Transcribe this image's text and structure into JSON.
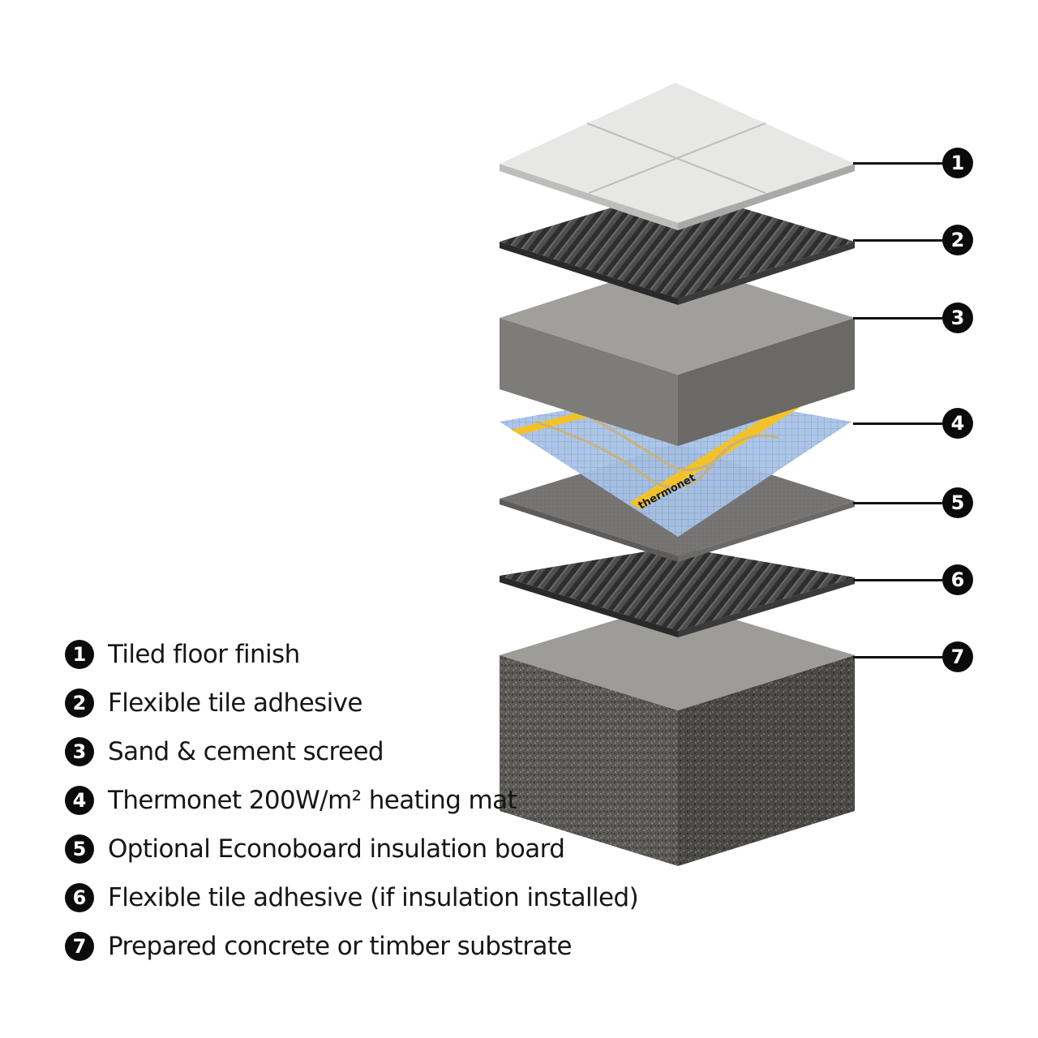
{
  "layers": [
    {
      "num": "1",
      "label": "Tiled floor finish"
    },
    {
      "num": "2",
      "label": "Flexible tile adhesive"
    },
    {
      "num": "3",
      "label": "Sand & cement screed"
    },
    {
      "num": "4",
      "label": "Thermonet 200W/m² heating mat"
    },
    {
      "num": "5",
      "label": "Optional Econoboard insulation board"
    },
    {
      "num": "6",
      "label": "Flexible tile adhesive (if insulation installed)"
    },
    {
      "num": "7",
      "label": "Prepared concrete or timber substrate"
    }
  ],
  "mat_brand_text": "thermonet",
  "colors": {
    "tile": "#e6e6e4",
    "adhesive": "#555555",
    "screed": "#8c8a86",
    "mat_mesh": "#9cb9e0",
    "mat_tape": "#f3c22a",
    "insulation": "#7d7b79",
    "substrate": "#6b6a66"
  }
}
